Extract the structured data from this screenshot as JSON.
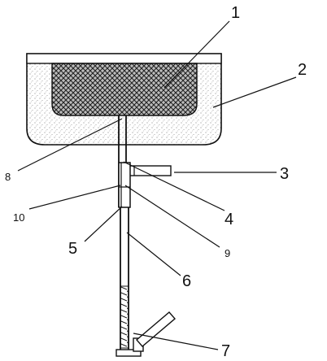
{
  "callouts": {
    "c1": "1",
    "c2": "2",
    "c3": "3",
    "c4": "4",
    "c5": "5",
    "c6": "6",
    "c7": "7",
    "c8": "8",
    "c9": "9",
    "c10": "10"
  },
  "colors": {
    "ink": "#111111",
    "mesh_fill": "#4a4a4a",
    "background": "#ffffff"
  }
}
